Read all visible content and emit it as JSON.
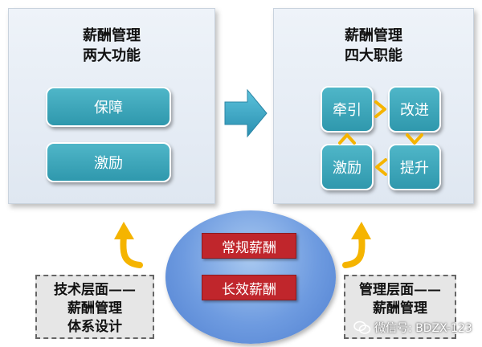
{
  "left_panel": {
    "title_line1": "薪酬管理",
    "title_line2": "两大功能",
    "functions": [
      "保障",
      "激励"
    ]
  },
  "right_panel": {
    "title_line1": "薪酬管理",
    "title_line2": "四大职能",
    "roles": [
      "牵引",
      "改进",
      "激励",
      "提升"
    ]
  },
  "center": {
    "items": [
      "常规薪酬",
      "长效薪酬"
    ]
  },
  "bottom_left": {
    "line1": "技术层面——",
    "line2": "薪酬管理",
    "line3": "体系设计"
  },
  "bottom_right": {
    "line1": "管理层面——",
    "line2": "薪酬管理"
  },
  "watermark": {
    "text": "微信号: BDZX-123"
  },
  "colors": {
    "teal": "#3aa6ba",
    "red": "#c0262c",
    "arrow_blue": "#3aa7c6",
    "curve_orange": "#f5b400",
    "ellipse_blue": "#6e9be0"
  }
}
